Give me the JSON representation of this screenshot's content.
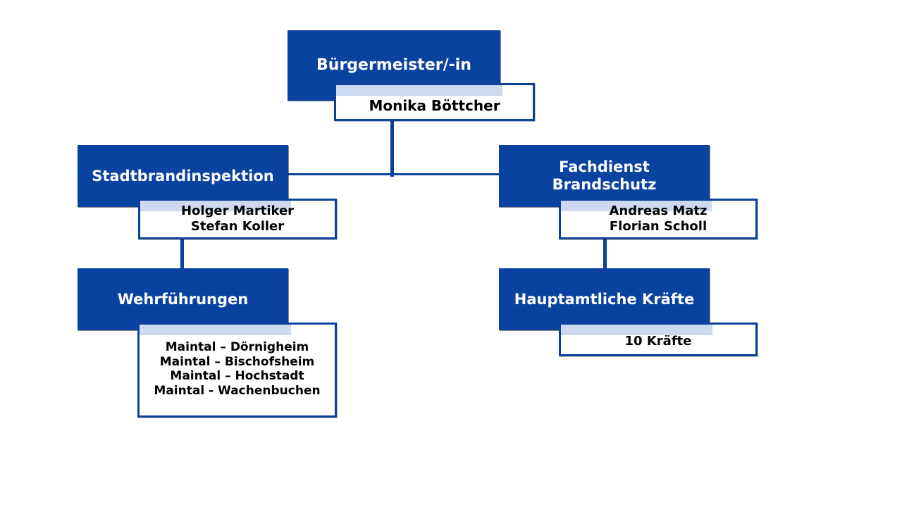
{
  "colors": {
    "brand_blue": "#0a42a0",
    "border_blue": "#0b4199",
    "band_light_blue": "#ccd9ee",
    "title_text": "#ffffff",
    "detail_text": "#000000",
    "background": "#ffffff"
  },
  "org_chart": {
    "type": "organizational-hierarchy",
    "nodes": [
      {
        "id": "mayor",
        "level": 1,
        "title": "Bürgermeister/-in",
        "people": [
          "Monika Böttcher"
        ],
        "detail_text": "Monika Böttcher",
        "parent": null
      },
      {
        "id": "stadtbrandinspektion",
        "level": 2,
        "title": "Stadtbrandinspektion",
        "people": [
          "Holger Martiker",
          "Stefan Koller"
        ],
        "detail_text": "Holger Martiker\nStefan Koller",
        "parent": "mayor"
      },
      {
        "id": "fachdienst-brandschutz",
        "level": 2,
        "title": "Fachdienst Brandschutz",
        "title_lines": [
          "Fachdienst",
          "Brandschutz"
        ],
        "people": [
          "Andreas Matz",
          "Florian Scholl"
        ],
        "detail_text": "Andreas Matz\nFlorian Scholl",
        "parent": "mayor"
      },
      {
        "id": "wehrfuehrungen",
        "level": 3,
        "title": "Wehrführungen",
        "people": [
          "Maintal – Dörnigheim",
          "Maintal – Bischofsheim",
          "Maintal – Hochstadt",
          "Maintal - Wachenbuchen"
        ],
        "detail_text": "Maintal – Dörnigheim\nMaintal – Bischofsheim\nMaintal – Hochstadt\nMaintal - Wachenbuchen",
        "parent": "stadtbrandinspektion"
      },
      {
        "id": "hauptamtliche-kraefte",
        "level": 3,
        "title": "Hauptamtliche Kräfte",
        "people": [
          "10 Kräfte"
        ],
        "detail_text": "10 Kräfte",
        "parent": "fachdienst-brandschutz"
      }
    ],
    "edges": [
      {
        "from": "mayor",
        "to": "stadtbrandinspektion"
      },
      {
        "from": "mayor",
        "to": "fachdienst-brandschutz"
      },
      {
        "from": "stadtbrandinspektion",
        "to": "wehrfuehrungen"
      },
      {
        "from": "fachdienst-brandschutz",
        "to": "hauptamtliche-kraefte"
      }
    ]
  }
}
